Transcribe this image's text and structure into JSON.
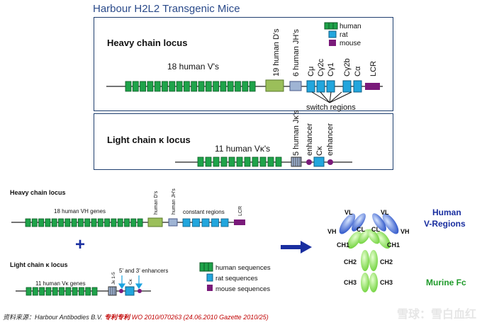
{
  "title": "Harbour H2L2 Transgenic Mice",
  "top": {
    "heavy_label": "Heavy chain locus",
    "v_label": "18 human V's",
    "d_label": "19 human D's",
    "jh_label": "6 human JH's",
    "constants": [
      "Cμ",
      "Cγ2c",
      "Cγ1",
      "Cγ2b",
      "Cα"
    ],
    "lcr": "LCR",
    "switch": "switch regions",
    "legend": [
      "human",
      "rat",
      "mouse"
    ],
    "light_label": "Light chain κ locus",
    "vk_label": "11 human Vκ's",
    "jk_label": "5 human Jκ's",
    "enh1": "enhancer",
    "ck": "Cκ",
    "enh2": "enhancer"
  },
  "bottom": {
    "heavy_label": "Heavy chain locus",
    "vh_label": "18 human VH genes",
    "d_label": "human D's",
    "jh_label": "human JH's",
    "const_label": "constant regions",
    "lcr": "LCR",
    "plus": "+",
    "light_label": "Light chain κ locus",
    "vk_label": "11 human Vκ genes",
    "jk_label": "Jκ 1-5",
    "enh_label": "5' and 3' enhancers",
    "ck": "Cκ",
    "legend": [
      "human sequences",
      "rat sequences",
      "mouse sequences"
    ]
  },
  "antibody": {
    "vl_left": "VL",
    "vl_right": "VL",
    "vh_left": "VH",
    "vh_right": "VH",
    "cl_left": "CL",
    "cl_right": "CL",
    "ch1_left": "CH1",
    "ch1_right": "CH1",
    "ch2_left": "CH2",
    "ch2_right": "CH2",
    "ch3_left": "CH3",
    "ch3_right": "CH3",
    "human_label_1": "Human",
    "human_label_2": "V-Regions",
    "murine_label": "Murine Fc"
  },
  "footer": {
    "prefix": "资料来源：Harbour Antibodies B.V. ",
    "patent": "专利专利",
    "suffix": " WO 2010/070263 (24.06.2010 Gazette 2010/25)"
  },
  "watermark": "雪球：雪白血红",
  "colors": {
    "human": "#1fa34a",
    "rat": "#22a6dd",
    "mouse": "#7a1a7a",
    "d": "#9bbf5a",
    "jh": "#9fb4d4",
    "title": "#2a4a8a",
    "blue": "#1a2fa0",
    "green": "#1f9a2a"
  }
}
